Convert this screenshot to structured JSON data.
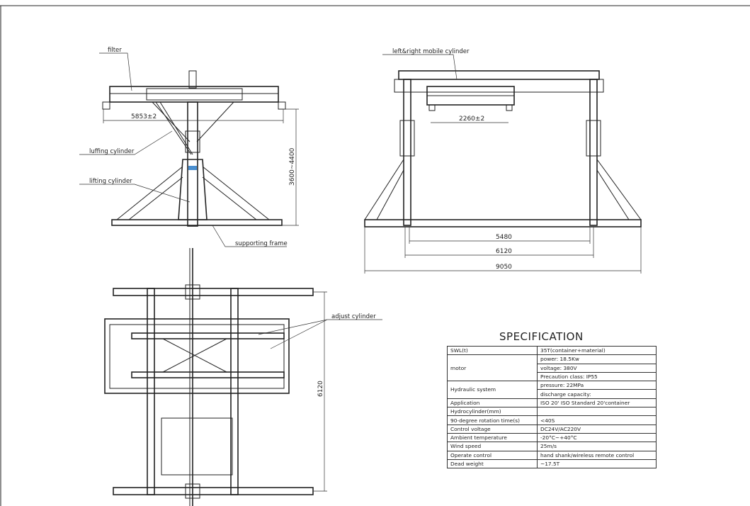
{
  "labels": {
    "filter": "filter",
    "luffing_cylinder": "luffing cylinder",
    "lifting_cylinder": "lifting cylinder",
    "supporting_frame": "supporting frame",
    "mobile_cylinder": "left&right mobile cylinder",
    "adjust_cylinder": "adjust cylinder"
  },
  "dimensions": {
    "side_width": "5853±2",
    "side_height": "3600~4400",
    "front_inner": "2260±2",
    "front_5480": "5480",
    "front_6120": "6120",
    "front_9050": "9050",
    "plan_length": "6120"
  },
  "spec": {
    "title": "SPECIFICATION",
    "rows": [
      {
        "label": "SWL(t)",
        "value": "35T(container+material)"
      },
      {
        "label": "motor",
        "values": [
          "power:        18.5Kw",
          "voltage:        380V",
          "Precaution class: IP55"
        ]
      },
      {
        "label": "Hydraulic system",
        "values": [
          "pressure:    22MPa",
          "discharge capacity:"
        ]
      },
      {
        "label": "Application",
        "value": "ISO 20' ISO Standard 20'container"
      },
      {
        "label": "Hydrocylinder(mm)",
        "value": ""
      },
      {
        "label": "90-degree rotation time(s)",
        "value": "<40S"
      },
      {
        "label": "Control voltage",
        "value": "DC24V/AC220V"
      },
      {
        "label": "Ambient temperature",
        "value": "-20°C~+40°C"
      },
      {
        "label": "Wind speed",
        "value": "25m/s"
      },
      {
        "label": "Operate control",
        "value": "hand shank/wireless remote control"
      },
      {
        "label": "Dead weight",
        "value": "~17.5T"
      }
    ]
  }
}
